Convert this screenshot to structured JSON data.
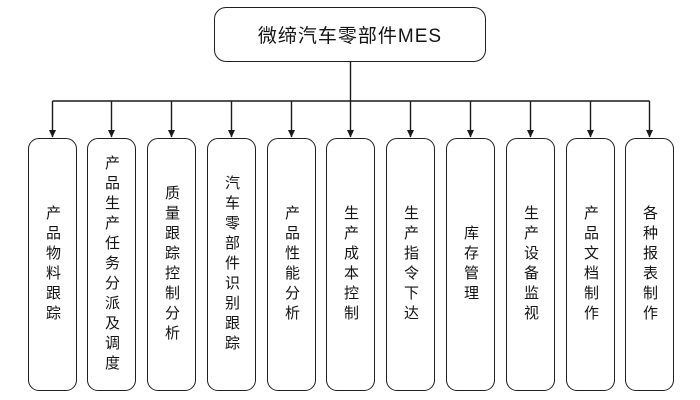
{
  "diagram": {
    "root": {
      "label": "微缔汽车零部件MES"
    },
    "branches": [
      {
        "label": "产品物料跟踪"
      },
      {
        "label": "产品生产任务分派及调度"
      },
      {
        "label": "质量跟踪控制分析"
      },
      {
        "label": "汽车零部件识别跟踪"
      },
      {
        "label": "产品性能分析"
      },
      {
        "label": "生产成本控制"
      },
      {
        "label": "生产指令下达"
      },
      {
        "label": "库存管理"
      },
      {
        "label": "生产设备监视"
      },
      {
        "label": "产品文档制作"
      },
      {
        "label": "各种报表制作"
      }
    ],
    "colors": {
      "line": "#1a1a1a",
      "box_border": "#1f1f1f",
      "text": "#141414",
      "background": "#ffffff"
    }
  }
}
